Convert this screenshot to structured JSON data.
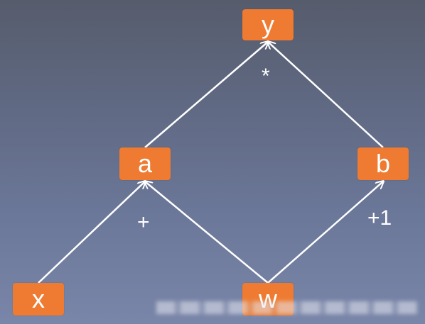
{
  "nodes": {
    "y": "y",
    "a": "a",
    "b": "b",
    "x": "x",
    "w": "w"
  },
  "operations": {
    "multiply": "*",
    "add": "+",
    "plus_one": "+1"
  },
  "edges": [
    {
      "from": "x",
      "to": "a"
    },
    {
      "from": "w",
      "to": "a"
    },
    {
      "from": "w",
      "to": "b"
    },
    {
      "from": "a",
      "to": "y"
    },
    {
      "from": "b",
      "to": "y"
    }
  ],
  "colors": {
    "node_fill": "#ee7b31",
    "node_text": "#ffffff",
    "edge": "#ffffff",
    "background_top": "#565c6c",
    "background_bottom": "#7a86a9"
  }
}
